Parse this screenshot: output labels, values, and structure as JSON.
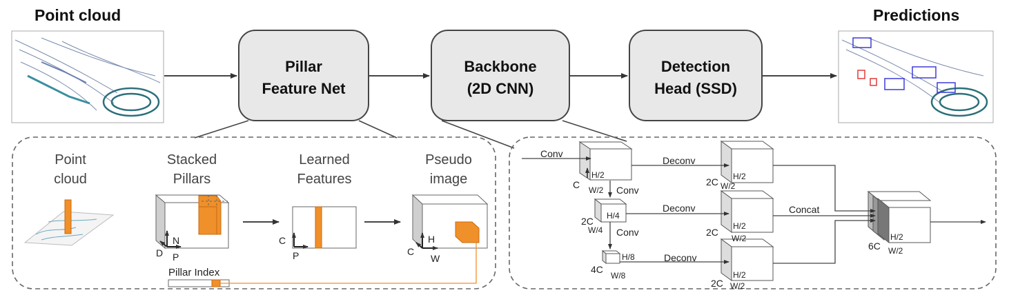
{
  "top": {
    "input_title": "Point cloud",
    "output_title": "Predictions",
    "stage1": [
      "Pillar",
      "Feature Net"
    ],
    "stage2": [
      "Backbone",
      "(2D CNN)"
    ],
    "stage3": [
      "Detection",
      "Head (SSD)"
    ]
  },
  "pfn": {
    "point_cloud": [
      "Point",
      "cloud"
    ],
    "stacked_pillars": [
      "Stacked",
      "Pillars"
    ],
    "learned_features": [
      "Learned",
      "Features"
    ],
    "pseudo_image": [
      "Pseudo",
      "image"
    ],
    "axis_N": "N",
    "axis_D": "D",
    "axis_P": "P",
    "axis_C": "C",
    "axis_H": "H",
    "axis_W": "W",
    "pillar_index": "Pillar Index"
  },
  "backbone": {
    "conv": "Conv",
    "deconv": "Deconv",
    "concat": "Concat",
    "C": "C",
    "2C": "2C",
    "4C": "4C",
    "6C": "6C",
    "H2": "H/2",
    "W2": "W/2",
    "H4": "H/4",
    "W4": "W/4",
    "H8": "H/8",
    "W8": "W/8"
  },
  "colors": {
    "orange": "#f0902a",
    "box_fill": "#e8e8e8",
    "stroke": "#444444"
  }
}
